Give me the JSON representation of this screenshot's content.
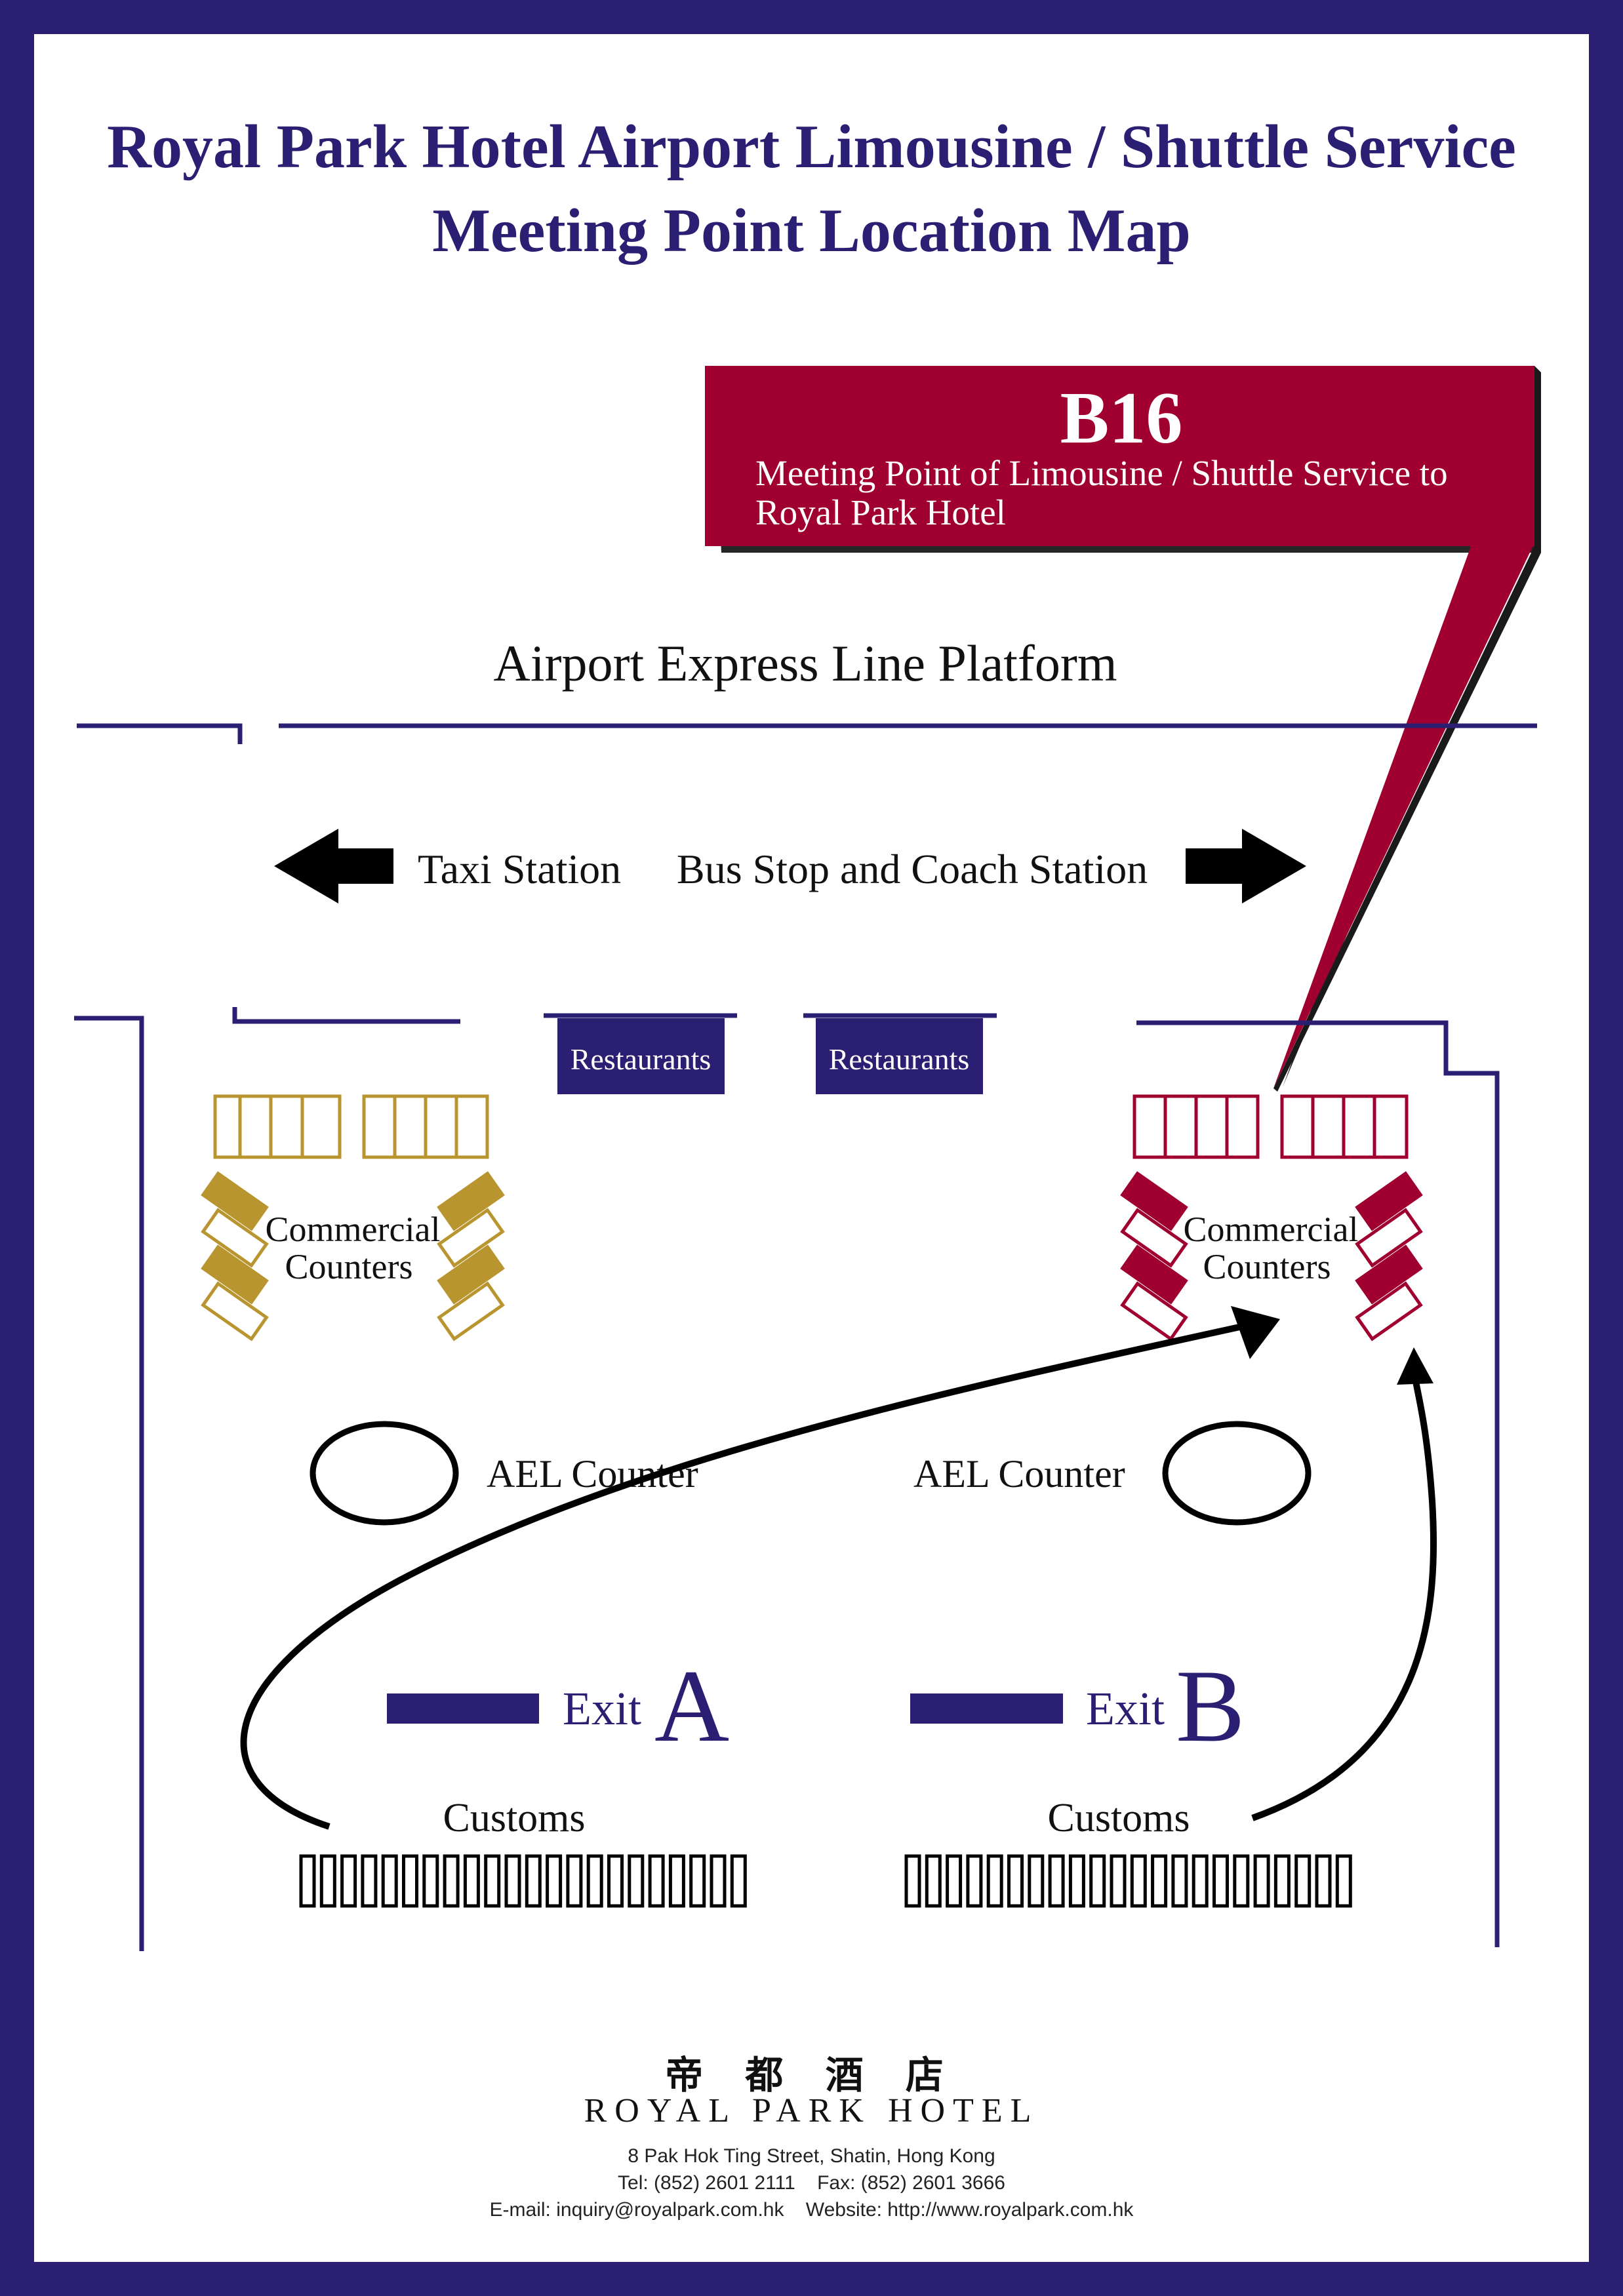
{
  "title": {
    "line1": "Royal Park Hotel Airport Limousine / Shuttle Service",
    "line2": "Meeting Point Location Map"
  },
  "callout": {
    "code": "B16",
    "line1": "Meeting Point of Limousine / Shuttle Service to",
    "line2": "Royal Park Hotel"
  },
  "map": {
    "platform_label": "Airport Express Line Platform",
    "taxi_label": "Taxi Station",
    "bus_label": "Bus Stop and Coach Station",
    "restaurant_left": "Restaurants",
    "restaurant_right": "Restaurants",
    "counters_left": [
      "Commercial",
      "Counters"
    ],
    "counters_right": [
      "Commercial",
      "Counters"
    ],
    "ael_left": "AEL Counter",
    "ael_right": "AEL Counter",
    "exit_a_word": "Exit",
    "exit_a_letter": "A",
    "exit_b_word": "Exit",
    "exit_b_letter": "B",
    "customs_left": "Customs",
    "customs_right": "Customs"
  },
  "footer": {
    "chinese_name": "帝 都 酒 店",
    "english_name": "ROYAL PARK HOTEL",
    "address": "8 Pak Hok Ting Street, Shatin, Hong Kong",
    "phone": "Tel: (852) 2601 2111    Fax: (852) 2601 3666",
    "contact": "E-mail: inquiry@royalpark.com.hk    Website: http://www.royalpark.com.hk"
  },
  "colors": {
    "navy": "#2a1f73",
    "crimson": "#a00030",
    "gold": "#b8952f",
    "black": "#000000"
  }
}
